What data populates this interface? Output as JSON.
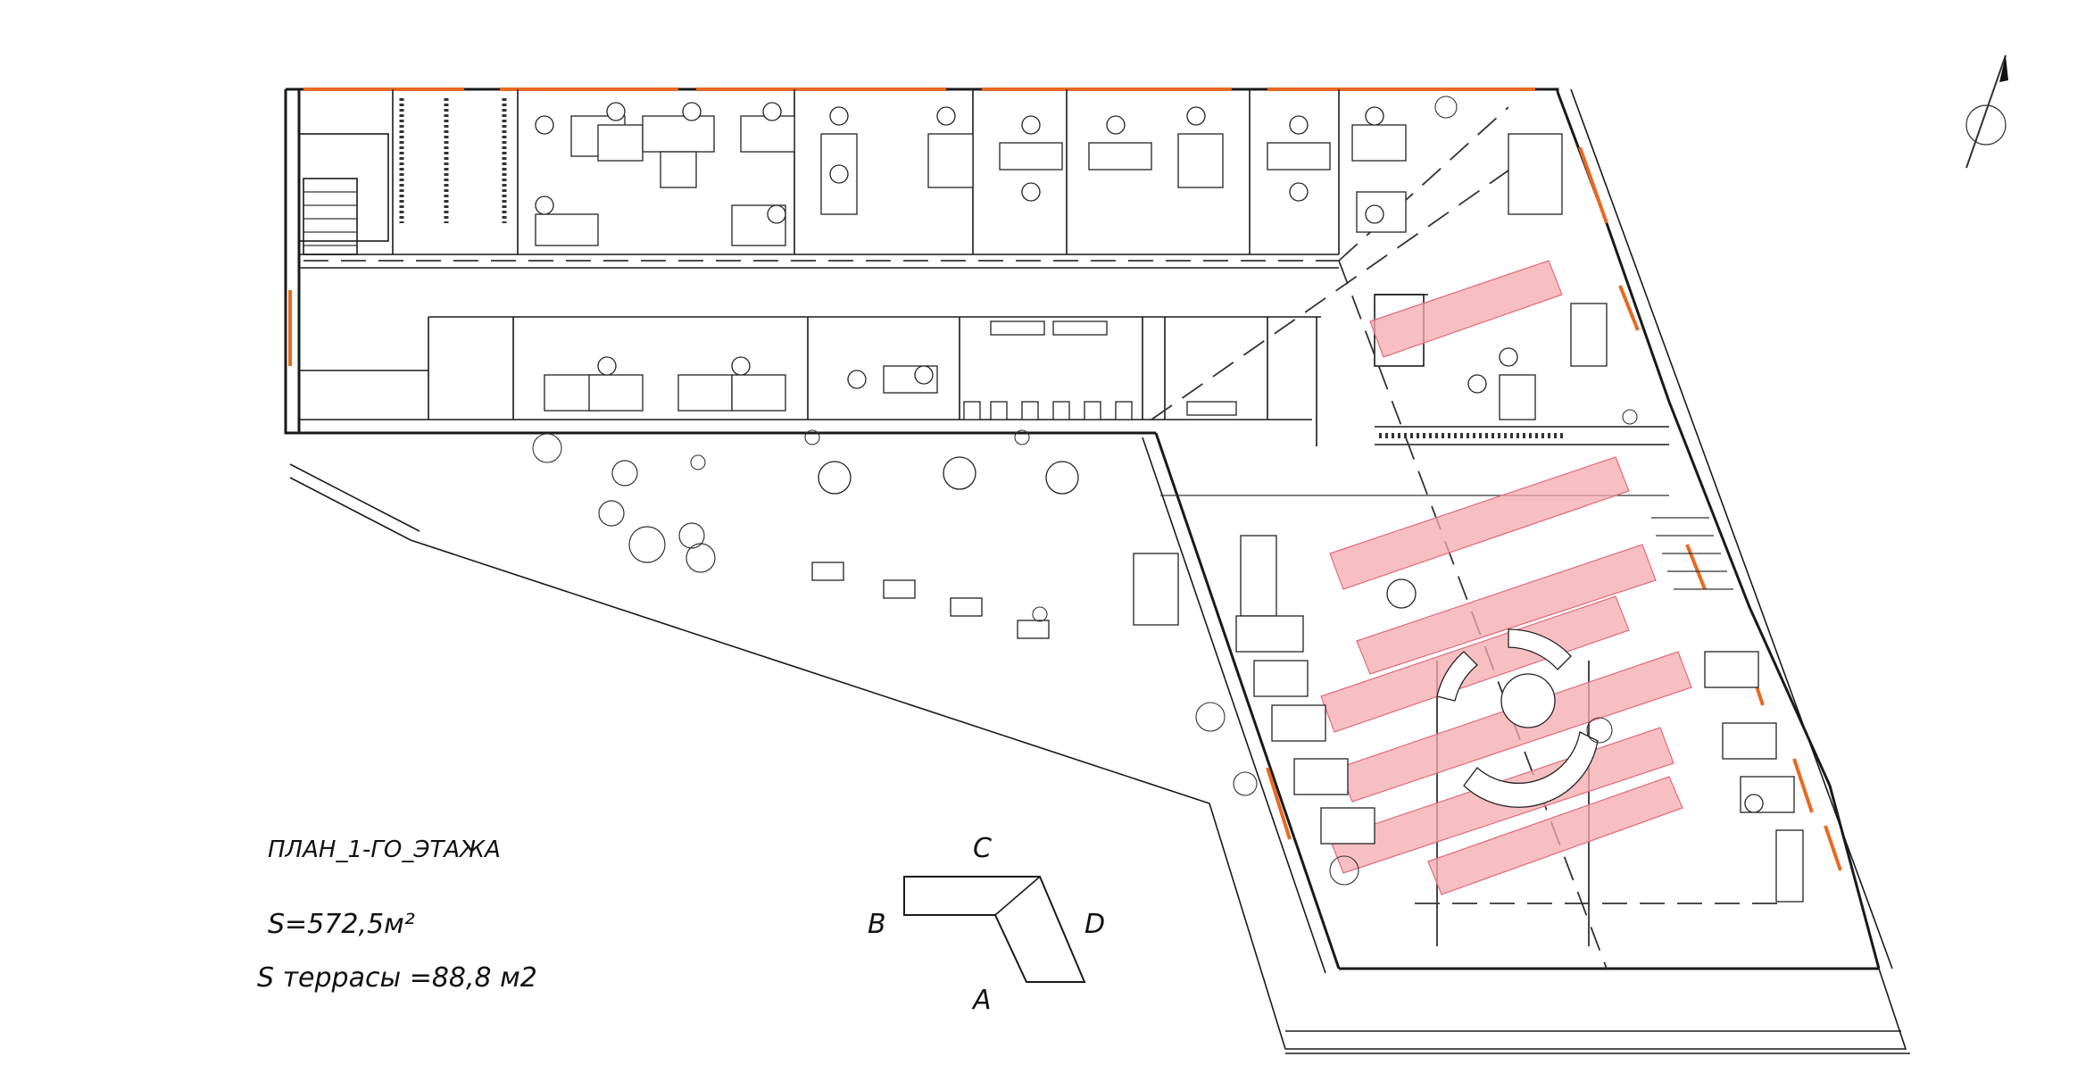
{
  "drawing": {
    "title": "ПЛАН_1-ГО_ЭТАЖА",
    "area_main": "S=572,5м²",
    "area_terrace": "S террасы =88,8 м2"
  },
  "key_plan": {
    "labels": {
      "top": "C",
      "left": "B",
      "right": "D",
      "bottom": "A"
    }
  },
  "colors": {
    "walls": "#1a1a1a",
    "windows": "#e86a22",
    "highlight": "#f6a9ae"
  },
  "icons": {
    "north": "north-arrow-icon"
  }
}
